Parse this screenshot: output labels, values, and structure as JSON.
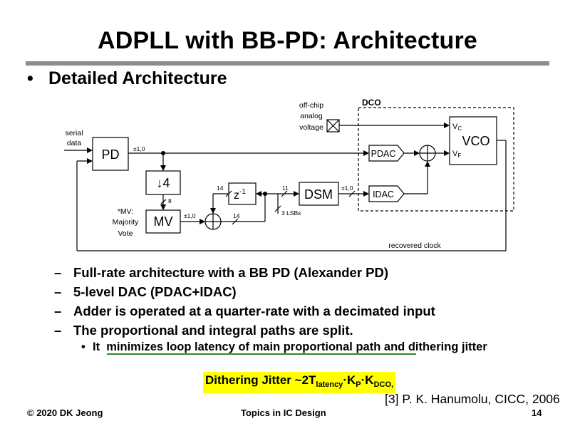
{
  "slide": {
    "title": "ADPLL with BB-PD: Architecture",
    "bullet": "Detailed Architecture",
    "sub_bullets": [
      "Full-rate architecture with a BB PD (Alexander PD)",
      "5-level DAC (PDAC+IDAC)",
      "Adder is operated at a quarter-rate with a decimated input",
      "The proportional and integral paths are split."
    ],
    "subsub_bullet": {
      "prefix": "It",
      "underlined": "minimizes loop latency of main proportional path",
      "suffix": "and dithering jitter"
    },
    "formula": {
      "text1": "Dithering Jitter ~2T",
      "sub1": "latency",
      "text2": "·K",
      "sub2": "P",
      "text3": "·K",
      "sub3": "DCO,"
    },
    "reference": "[3] P. K. Hanumolu, CICC, 2006",
    "footer": {
      "left": "© 2020 DK Jeong",
      "center": "Topics in IC Design",
      "right": "14"
    }
  },
  "diagram": {
    "blocks": {
      "pd": "PD",
      "decimator": "↓4",
      "mv": "MV",
      "delay": "z",
      "delay_exp": "-1",
      "dsm": "DSM",
      "pdac": "PDAC",
      "idac": "IDAC",
      "vco": "VCO",
      "vc": "V",
      "vc_sub": "C",
      "vf": "V",
      "vf_sub": "F",
      "dco_label": "DCO"
    },
    "labels": {
      "serial1": "serial",
      "serial2": "data",
      "offchip1": "off-chip",
      "offchip2": "analog",
      "offchip3": "voltage",
      "pd_out": "±1,0",
      "dec_out": "8",
      "mv_out": "±1,0",
      "mv_note1": "*MV:",
      "mv_note2": "Majority",
      "mv_note3": "Vote",
      "bus14a": "14",
      "bus14b": "14",
      "bus11": "11",
      "dsm_out": "±1,0",
      "lsbs": "3 LSBs",
      "recovered_clock": "recovered clock"
    }
  },
  "colors": {
    "title_rule": "#8c8c8c",
    "underline": "#2a8a2a",
    "highlight": "#ffff00"
  }
}
